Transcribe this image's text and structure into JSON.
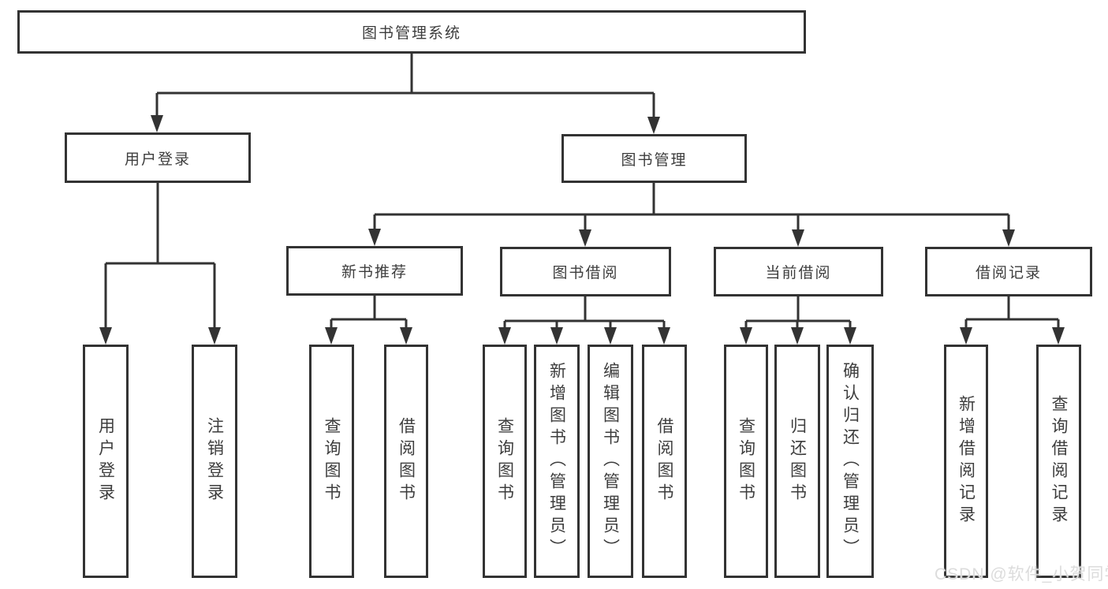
{
  "nodes": {
    "root": "图书管理系统",
    "level2": {
      "user_login": "用户登录",
      "book_management": "图书管理"
    },
    "level3": {
      "new_book_recommend": "新书推荐",
      "book_borrow": "图书借阅",
      "current_borrow": "当前借阅",
      "borrow_record": "借阅记录"
    },
    "leaves": {
      "user_login": [
        "用户登录",
        "注销登录"
      ],
      "new_book_recommend": [
        "查询图书",
        "借阅图书"
      ],
      "book_borrow": [
        "查询图书",
        "新增图书（管理员）",
        "编辑图书（管理员）",
        "借阅图书"
      ],
      "current_borrow": [
        "查询图书",
        "归还图书",
        "确认归还（管理员）"
      ],
      "borrow_record": [
        "新增借阅记录",
        "查询借阅记录"
      ]
    }
  },
  "watermark": "CSDN @软件_小贺同学",
  "colors": {
    "line": "#333333",
    "text": "#3d3d3d",
    "box_background": "#ffffff",
    "watermark": "#dcdcdc"
  }
}
